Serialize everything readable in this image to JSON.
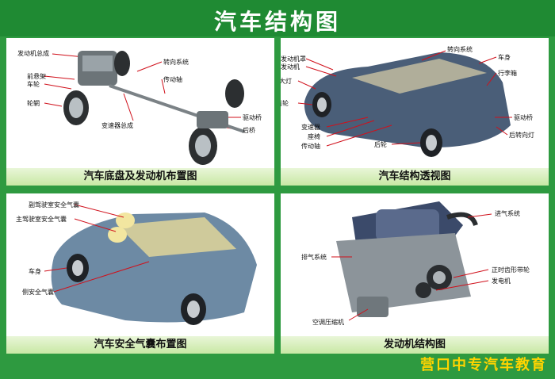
{
  "title": "汽车结构图",
  "footer": "营口中专汽车教育",
  "colors": {
    "background": "#2e9a40",
    "title_text": "#ffffff",
    "caption_bg": "#d8f0bc",
    "footer_text": "#ffd400",
    "arrow": "#d0101b"
  },
  "panels": {
    "chassis": {
      "caption": "汽车底盘及发动机布置图",
      "labels": {
        "engine": "发动机总成",
        "front_suspension": "前悬架",
        "wheel": "车轮",
        "rim": "轮辋",
        "steering": "转向系统",
        "driveshaft": "传动轴",
        "transmission": "变速器总成",
        "drive_axle": "驱动桥",
        "rear_axle": "后桥"
      }
    },
    "xray": {
      "caption": "汽车结构透视图",
      "labels": {
        "hood": "发动机罩",
        "engine": "发动机",
        "headlight": "前大灯",
        "front_wheel": "前轮",
        "transmission": "变速器",
        "seat": "座椅",
        "driveshaft": "传动轴",
        "steering": "转向系统",
        "body": "车身",
        "trunk": "行李箱",
        "drive_axle": "驱动桥",
        "rear_wheel": "后轮",
        "taillight": "后转向灯"
      }
    },
    "airbag": {
      "caption": "汽车安全气囊布置图",
      "labels": {
        "passenger_airbag": "副驾驶室安全气囊",
        "driver_airbag": "主驾驶室安全气囊",
        "body": "车身",
        "side_airbag": "侧安全气囊"
      }
    },
    "engine": {
      "caption": "发动机结构图",
      "labels": {
        "intake": "进气系统",
        "exhaust": "排气系统",
        "timing_belt": "正时齿形带轮",
        "alternator": "发电机",
        "ac_compressor": "空调压缩机"
      }
    }
  }
}
